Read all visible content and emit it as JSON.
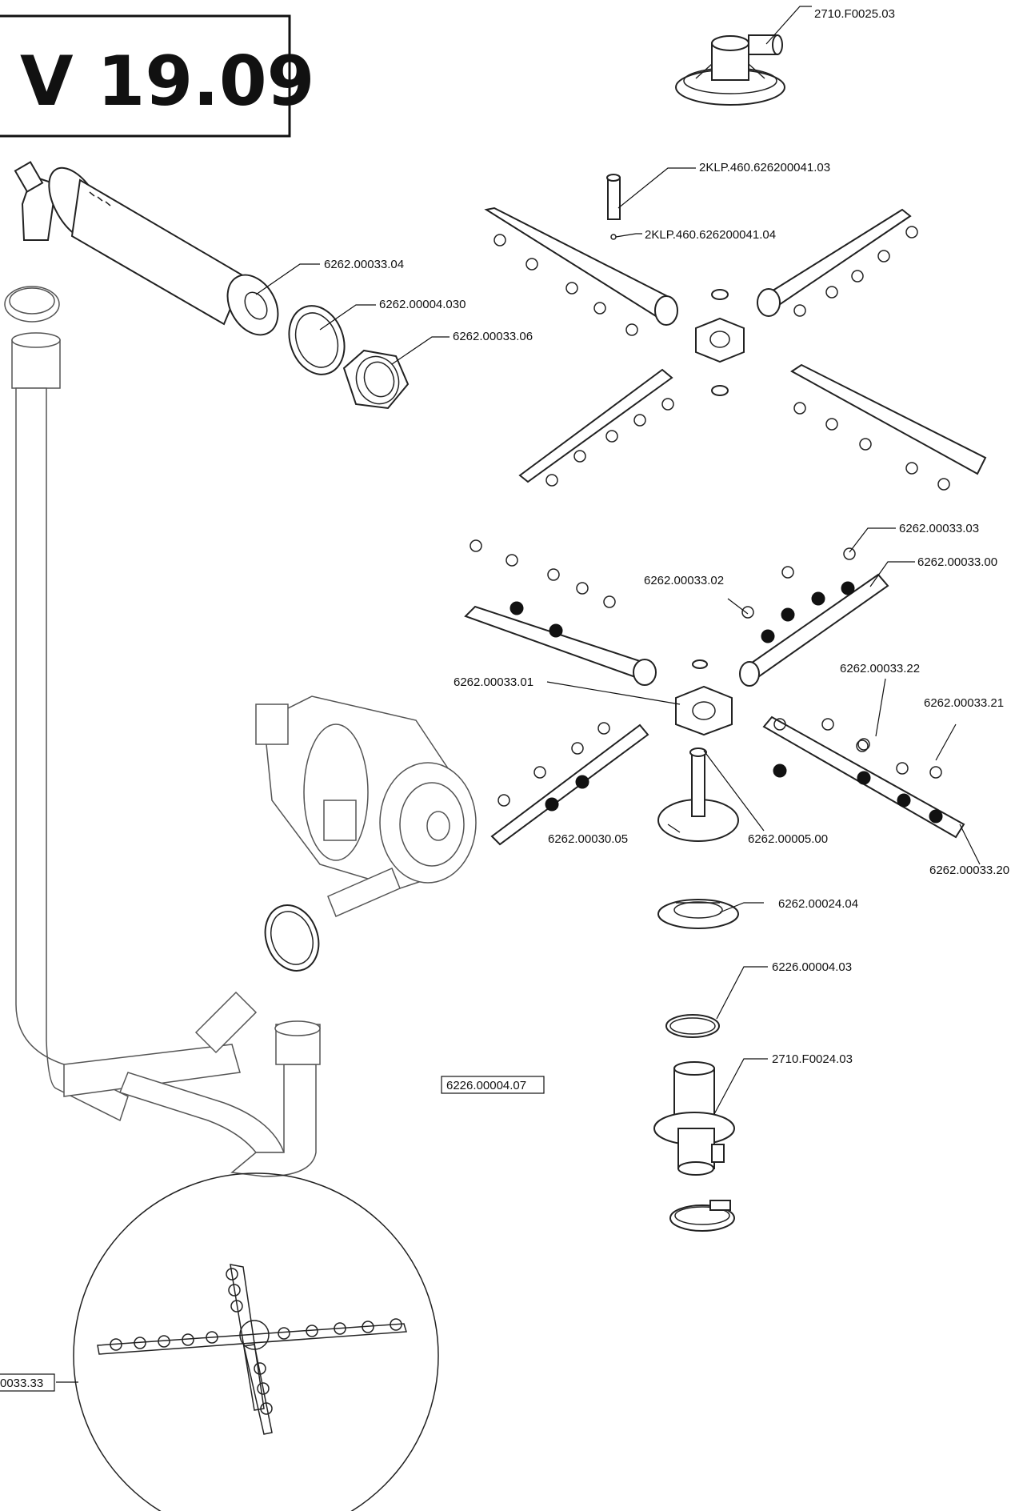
{
  "title": "V 19.09",
  "labels": {
    "l2710_F0025_03": "2710.F0025.03",
    "l2KLP_03": "2KLP.460.626200041.03",
    "l2KLP_04": "2KLP.460.626200041.04",
    "l6262_00033_04": "6262.00033.04",
    "l6262_00004_030": "6262.00004.030",
    "l6262_00033_06": "6262.00033.06",
    "l6262_00033_03": "6262.00033.03",
    "l6262_00033_00": "6262.00033.00",
    "l6262_00033_02": "6262.00033.02",
    "l6262_00033_01": "6262.00033.01",
    "l6262_00033_22": "6262.00033.22",
    "l6262_00033_21": "6262.00033.21",
    "l6262_00030_05": "6262.00030.05",
    "l6262_00005_00": "6262.00005.00",
    "l6262_00033_20": "6262.00033.20",
    "l6262_00024_04": "6262.00024.04",
    "l6226_00004_03": "6226.00004.03",
    "l2710_F0024_03": "2710.F0024.03",
    "l6226_00004_07": "6226.00004.07",
    "l0033_33": "0033.33"
  }
}
